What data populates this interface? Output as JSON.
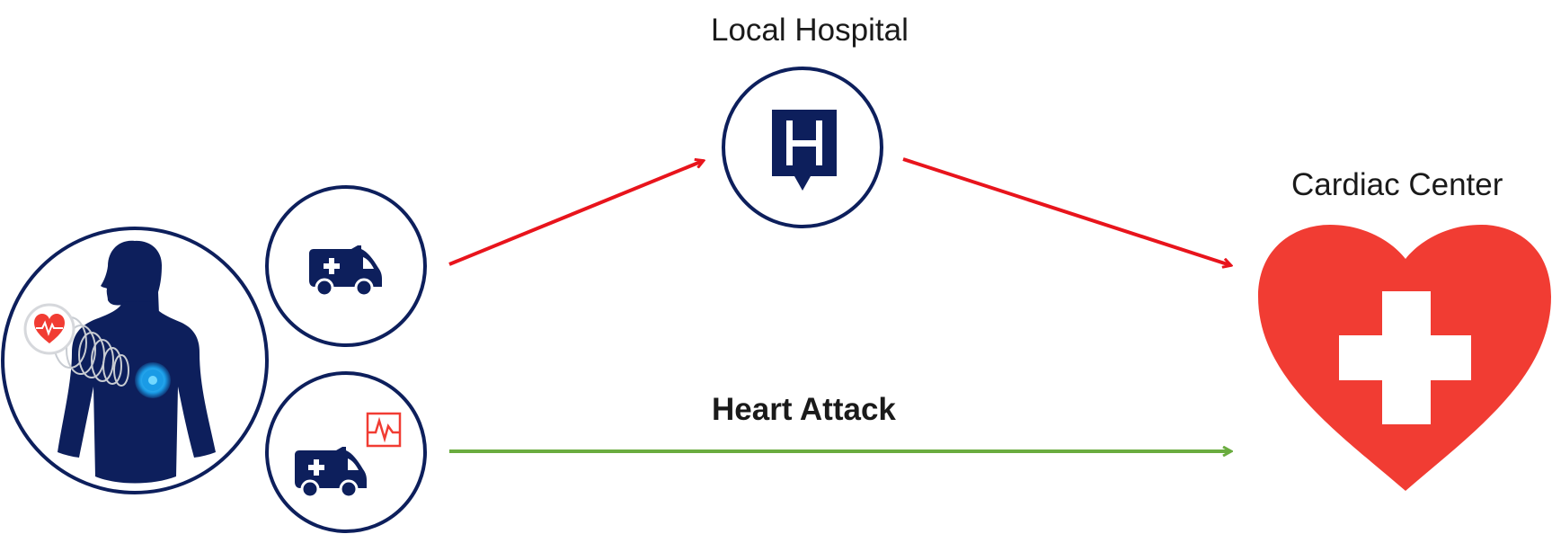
{
  "labels": {
    "local_hospital": "Local Hospital",
    "cardiac_center": "Cardiac Center",
    "heart_attack": "Heart Attack"
  },
  "colors": {
    "navy": "#0d1f5c",
    "red_arrow": "#e8141c",
    "green_arrow": "#6aac3f",
    "heart_red": "#f13c33",
    "pulse_blue": "#1a9be6",
    "white": "#ffffff"
  },
  "icons": {
    "patient": "patient-monitor-icon",
    "ambulance": "ambulance-icon",
    "ambulance_ecg": "ambulance-ecg-icon",
    "hospital": "hospital-h-icon",
    "cardiac": "heart-cross-icon"
  }
}
